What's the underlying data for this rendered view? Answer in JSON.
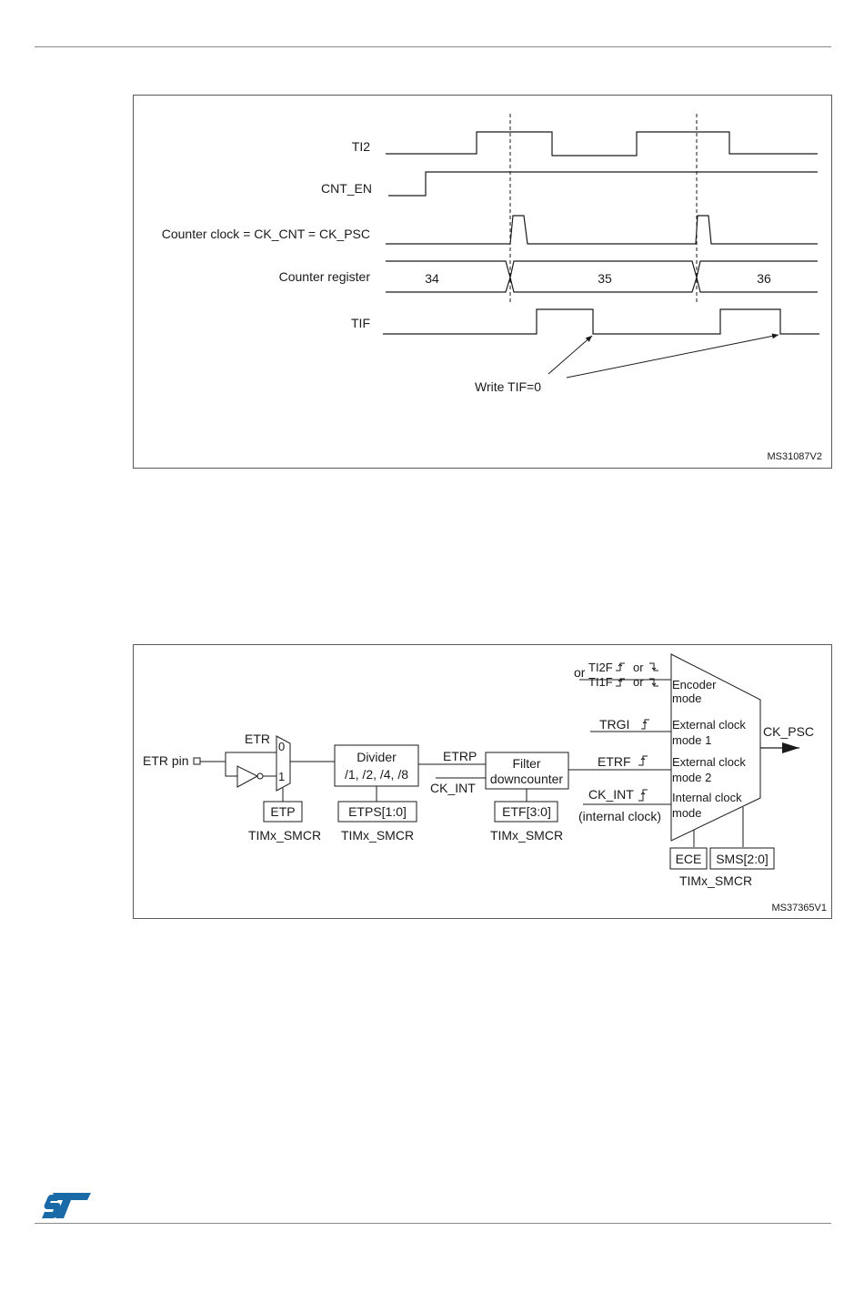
{
  "colors": {
    "logo": "#1a6aa8",
    "line": "#1a1a1a",
    "frame": "#5a5a5a"
  },
  "timing": {
    "signals": [
      "TI2",
      "CNT_EN",
      "Counter clock = CK_CNT = CK_PSC",
      "Counter register",
      "TIF"
    ],
    "counter_values": [
      "34",
      "35",
      "36"
    ],
    "annotation": "Write TIF=0",
    "id": "MS31087V2"
  },
  "block": {
    "etr_pin": "ETR pin",
    "etr": "ETR",
    "mux_0": "0",
    "mux_1": "1",
    "etp": "ETP",
    "reg": "TIMx_SMCR",
    "divider_line1": "Divider",
    "divider_line2": "/1, /2, /4, /8",
    "etps": "ETPS[1:0]",
    "etrp": "ETRP",
    "ck_int": "CK_INT",
    "filter_line1": "Filter",
    "filter_line2": "downcounter",
    "etf": "ETF[3:0]",
    "or_label": "or",
    "ti2f": "TI2F",
    "ti1f": "TI1F",
    "or_small": "or",
    "trgi": "TRGI",
    "etrf": "ETRF",
    "ck_int2": "CK_INT",
    "internal_clock": "(internal clock)",
    "mode_encoder_1": "Encoder",
    "mode_encoder_2": "mode",
    "mode_ext1_1": "External clock",
    "mode_ext1_2": "mode 1",
    "mode_ext2_1": "External clock",
    "mode_ext2_2": "mode 2",
    "mode_int_1": "Internal clock",
    "mode_int_2": "mode",
    "ck_psc": "CK_PSC",
    "ece": "ECE",
    "sms": "SMS[2:0]",
    "id": "MS37365V1"
  }
}
